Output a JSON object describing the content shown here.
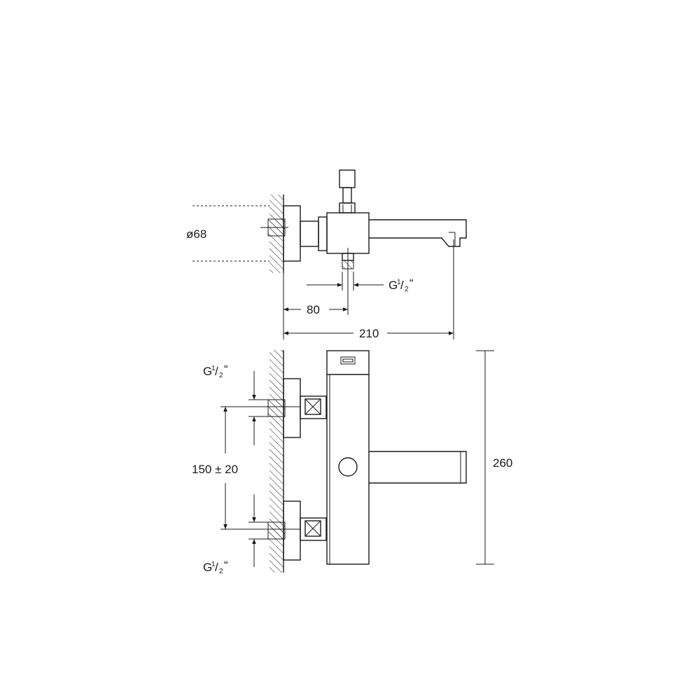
{
  "top_view": {
    "diameter_label": "ø68",
    "thread_label": {
      "main": "G",
      "num": "1",
      "den": "2",
      "suffix": "“"
    },
    "dim_80": "80",
    "dim_210": "210"
  },
  "front_view": {
    "thread_top": {
      "main": "G",
      "num": "1",
      "den": "2",
      "suffix": "“"
    },
    "thread_bottom": {
      "main": "G",
      "num": "1",
      "den": "2",
      "suffix": "“"
    },
    "dim_spacing": "150 ± 20",
    "dim_height": "260"
  }
}
